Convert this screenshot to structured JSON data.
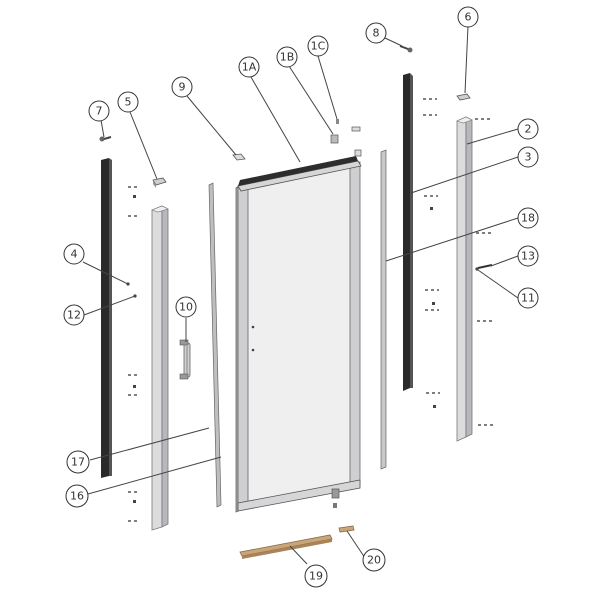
{
  "callouts": {
    "c1A": "1A",
    "c1B": "1B",
    "c1C": "1C",
    "c2": "2",
    "c3": "3",
    "c4": "4",
    "c5": "5",
    "c6": "6",
    "c7": "7",
    "c8": "8",
    "c9": "9",
    "c10": "10",
    "c11": "11",
    "c12": "12",
    "c13": "13",
    "c16": "16",
    "c17": "17",
    "c18": "18",
    "c19": "19",
    "c20": "20"
  },
  "colors": {
    "glass": "#efeff0",
    "frame": "#c9c9cc",
    "seal_dark": "#2a2a2a",
    "threshold": "#c9a57a"
  }
}
